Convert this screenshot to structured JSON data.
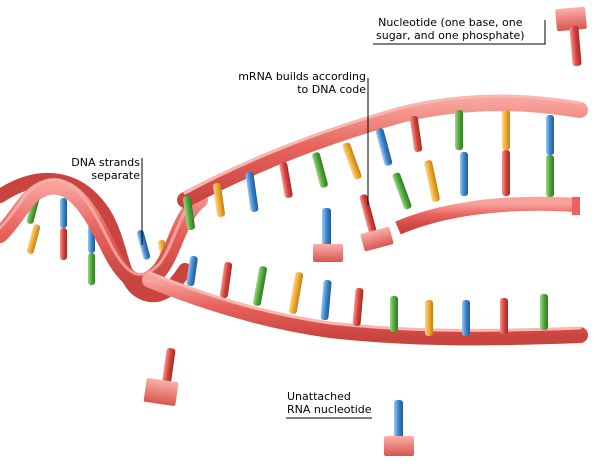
{
  "labels": {
    "nucleotide": {
      "line1": "Nucleotide (one base, one",
      "line2": "sugar, and one phosphate)"
    },
    "mrna": {
      "line1": "mRNA builds according",
      "line2": "to DNA code"
    },
    "strands": {
      "line1": "DNA strands",
      "line2": "separate"
    },
    "unattached": {
      "line1": "Unattached",
      "line2": "RNA nucleotide"
    }
  },
  "colors": {
    "backbone": "#e8635d",
    "backbone_dark": "#c7443f",
    "backbone_light": "#f6a39c",
    "base_green": "#4fa83a",
    "base_blue": "#3b86cc",
    "base_orange": "#f0a92e",
    "base_red": "#d9443c",
    "leader_line": "#000000"
  },
  "icons": [
    "dna-double-helix",
    "mrna-strand",
    "free-nucleotide"
  ]
}
